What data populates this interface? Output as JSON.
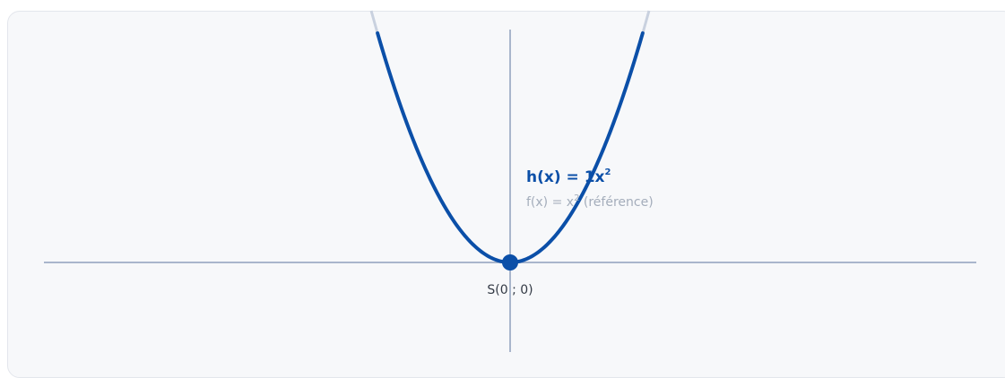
{
  "chart_data": {
    "type": "line",
    "xlim": [
      -5.3,
      5.3
    ],
    "ylim": [
      -1,
      2.6
    ],
    "grid": false,
    "series": [
      {
        "name": "f(x) = x² (référence)",
        "function": "x^2",
        "color": "#c9d1df",
        "role": "reference"
      },
      {
        "name": "h(x) = 1x²",
        "function": "1*x^2",
        "a": 1,
        "color": "#0b4fa8",
        "role": "main"
      }
    ],
    "vertex": {
      "x": 0,
      "y": 0,
      "label": "S(0 ; 0)"
    },
    "labels": {
      "main_base": "h(x) = 1x",
      "main_exp": "2",
      "ref_base": "f(x) = x",
      "ref_exp": "2",
      "ref_suffix": " (référence)"
    },
    "colors": {
      "axis": "#a9b6cc",
      "main": "#0b4fa8",
      "reference": "#c9d1df",
      "ref_text": "#a4adbb",
      "vertex_text": "#333a45"
    }
  }
}
